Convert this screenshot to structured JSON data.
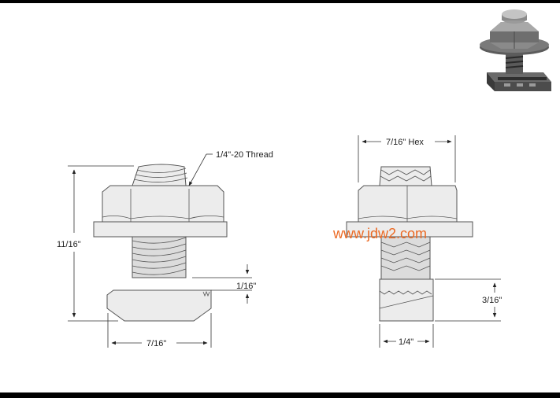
{
  "labels": {
    "thread": "1/4\"-20 Thread",
    "overall_height": "11/16\"",
    "head_thickness": "1/16\"",
    "head_width": "7/16\"",
    "hex_size": "7/16\" Hex",
    "block_height": "3/16\"",
    "block_width": "1/4\""
  },
  "watermark": "www.jdw2.com"
}
